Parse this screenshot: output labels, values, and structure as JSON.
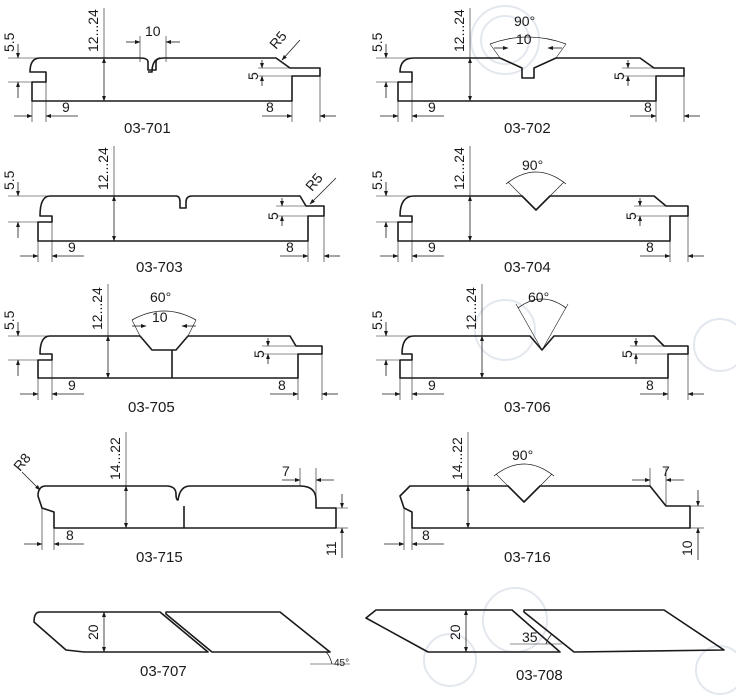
{
  "profiles": [
    {
      "code": "03-701",
      "dims": {
        "edge_height": "5.5",
        "thickness": "12...24",
        "gap_width": "10",
        "radius": "R5",
        "tongue": "5",
        "left_offset": "9",
        "right_offset": "8"
      }
    },
    {
      "code": "03-702",
      "dims": {
        "edge_height": "5.5",
        "thickness": "12...24",
        "angle": "90°",
        "gap_width": "10",
        "tongue": "5",
        "left_offset": "9",
        "right_offset": "8"
      }
    },
    {
      "code": "03-703",
      "dims": {
        "edge_height": "5.5",
        "thickness": "12...24",
        "radius": "R5",
        "tongue": "5",
        "left_offset": "9",
        "right_offset": "8"
      }
    },
    {
      "code": "03-704",
      "dims": {
        "edge_height": "5.5",
        "thickness": "12...24",
        "angle": "90°",
        "tongue": "5",
        "left_offset": "9",
        "right_offset": "8"
      }
    },
    {
      "code": "03-705",
      "dims": {
        "edge_height": "5.5",
        "thickness": "12...24",
        "angle": "60°",
        "gap_width": "10",
        "tongue": "5",
        "left_offset": "9",
        "right_offset": "8"
      }
    },
    {
      "code": "03-706",
      "dims": {
        "edge_height": "5.5",
        "thickness": "12...24",
        "angle": "60°",
        "tongue": "5",
        "left_offset": "9",
        "right_offset": "8"
      }
    },
    {
      "code": "03-715",
      "dims": {
        "radius": "R8",
        "thickness": "14...22",
        "bevel": "7",
        "left_offset": "8",
        "right_height": "11"
      }
    },
    {
      "code": "03-716",
      "dims": {
        "thickness": "14...22",
        "angle": "90°",
        "bevel": "7",
        "left_offset": "8",
        "right_height": "10"
      }
    },
    {
      "code": "03-707",
      "dims": {
        "height": "20",
        "angle": "45°"
      }
    },
    {
      "code": "03-708",
      "dims": {
        "height": "20",
        "angle": "35"
      }
    }
  ]
}
